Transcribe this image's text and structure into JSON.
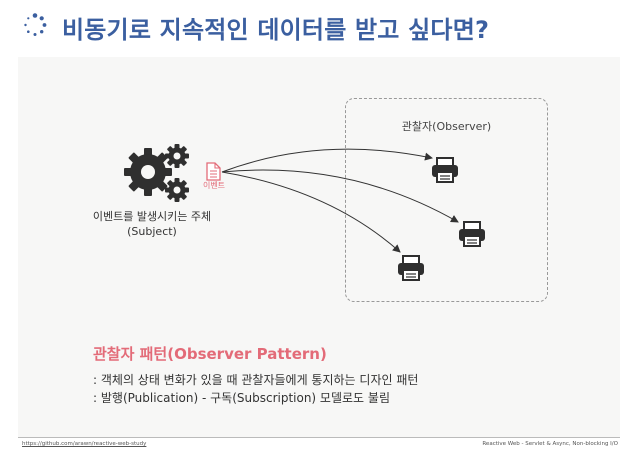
{
  "slide": {
    "title": "비동기로 지속적인 데이터를 받고 싶다면?",
    "title_icon": "spinner-dots-icon"
  },
  "diagram": {
    "observer_label": "관찰자(Observer)",
    "subject_label_line1": "이벤트를 발생시키는 주체",
    "subject_label_line2": "(Subject)",
    "event_label": "이벤트",
    "icons": {
      "subject": "gears-icon",
      "event": "document-icon",
      "observer": "printer-icon"
    }
  },
  "content": {
    "pattern_title": "관찰자 패턴(Observer Pattern)",
    "bullet_1": ": 객체의 상태 변화가 있을 때 관찰자들에게 통지하는 디자인 패턴",
    "bullet_2": ": 발행(Publication) - 구독(Subscription) 모델로도 불림"
  },
  "footer": {
    "link": "https://github.com/arawn/reactive-web-study",
    "caption": "Reactive Web - Servlet & Async, Non-blocking I/O"
  },
  "colors": {
    "title": "#3b5fa0",
    "accent": "#e36b78",
    "icon_dark": "#2f2f2f"
  }
}
